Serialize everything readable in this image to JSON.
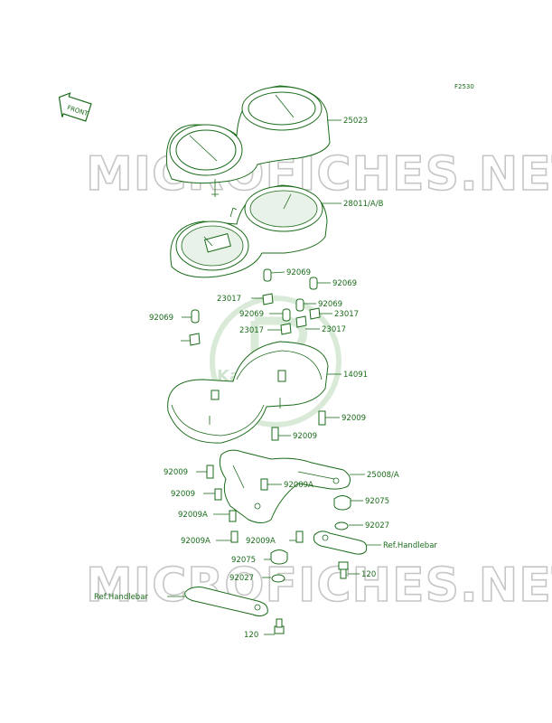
{
  "figure_code": "F2530",
  "front_badge": "FRONT",
  "watermark_text": "MICROFICHES.NET",
  "logo_text": "Kawasaki",
  "colors": {
    "line": "#1a6b1a",
    "watermark": "#c6c6c6",
    "logo": "#d9ead9"
  },
  "callouts": [
    {
      "id": "c25023",
      "text": "25023"
    },
    {
      "id": "c28011",
      "text": "28011/A/B"
    },
    {
      "id": "c92069a",
      "text": "92069"
    },
    {
      "id": "c92069b",
      "text": "92069"
    },
    {
      "id": "c23017a",
      "text": "23017"
    },
    {
      "id": "c92069c",
      "text": "92069"
    },
    {
      "id": "c92069d",
      "text": "92069"
    },
    {
      "id": "c23017b",
      "text": "23017"
    },
    {
      "id": "c92069e",
      "text": "92069"
    },
    {
      "id": "c23017c",
      "text": "23017"
    },
    {
      "id": "c23017d",
      "text": "23017"
    },
    {
      "id": "c14091",
      "text": "14091"
    },
    {
      "id": "c92009a",
      "text": "92009"
    },
    {
      "id": "c92009b",
      "text": "92009"
    },
    {
      "id": "c92009c",
      "text": "92009"
    },
    {
      "id": "c25008",
      "text": "25008/A"
    },
    {
      "id": "c92009d",
      "text": "92009"
    },
    {
      "id": "c92009A1",
      "text": "92009A"
    },
    {
      "id": "c92075a",
      "text": "92075"
    },
    {
      "id": "c92009A2",
      "text": "92009A"
    },
    {
      "id": "c92027a",
      "text": "92027"
    },
    {
      "id": "c92009A3",
      "text": "92009A"
    },
    {
      "id": "c92009A4",
      "text": "92009A"
    },
    {
      "id": "cRef1",
      "text": "Ref.Handlebar"
    },
    {
      "id": "c92075b",
      "text": "92075"
    },
    {
      "id": "c120a",
      "text": "120"
    },
    {
      "id": "c92027b",
      "text": "92027"
    },
    {
      "id": "cRef2",
      "text": "Ref.Handlebar"
    },
    {
      "id": "c120b",
      "text": "120"
    }
  ]
}
